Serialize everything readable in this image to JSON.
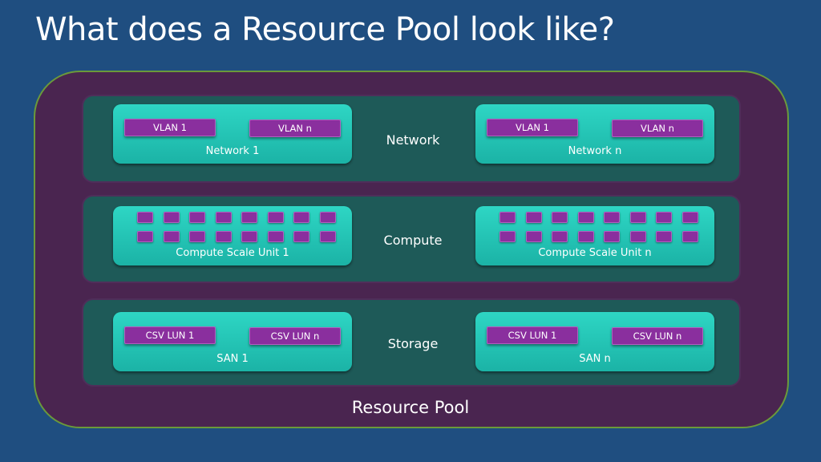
{
  "title": "What does a Resource Pool look like?",
  "pool_label": "Resource Pool",
  "layers": {
    "network": {
      "label": "Network",
      "units": [
        {
          "label": "Network 1",
          "items": [
            "VLAN 1",
            "VLAN n"
          ]
        },
        {
          "label": "Network n",
          "items": [
            "VLAN 1",
            "VLAN n"
          ]
        }
      ]
    },
    "compute": {
      "label": "Compute",
      "units": [
        {
          "label": "Compute Scale Unit 1"
        },
        {
          "label": "Compute Scale Unit n"
        }
      ]
    },
    "storage": {
      "label": "Storage",
      "units": [
        {
          "label": "SAN 1",
          "items": [
            "CSV LUN 1",
            "CSV LUN n"
          ]
        },
        {
          "label": "SAN n",
          "items": [
            "CSV LUN 1",
            "CSV LUN n"
          ]
        }
      ]
    }
  },
  "colors": {
    "background": "#1f4e80",
    "pool": "#4a2550",
    "pool_border": "#6b9a3a",
    "layer": "#1e5a58",
    "unit": "#2ed6c4",
    "chip": "#8a2f9e"
  }
}
